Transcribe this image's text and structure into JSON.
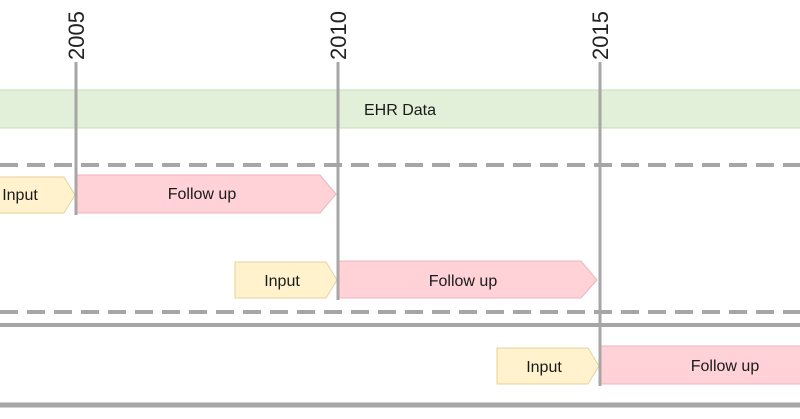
{
  "years": [
    "2005",
    "2010",
    "2015"
  ],
  "ehr_band": {
    "label": "EHR Data",
    "fill": "#e2efd9",
    "stroke": "#c5dfb5"
  },
  "input_style": {
    "fill": "#fff2cc",
    "stroke": "#e6d39a"
  },
  "followup_style": {
    "fill": "#ffd2d7",
    "stroke": "#f0b3bb"
  },
  "rows": [
    {
      "input_label": "Input",
      "followup_label": "Follow up"
    },
    {
      "input_label": "Input",
      "followup_label": "Follow up"
    },
    {
      "input_label": "Input",
      "followup_label": "Follow up"
    }
  ],
  "line_color": "#a6a6a6"
}
